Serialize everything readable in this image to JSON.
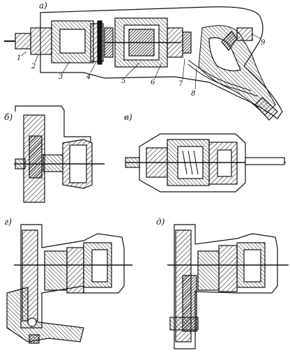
{
  "panel_labels": {
    "a": "а)",
    "b": "б)",
    "v": "в)",
    "g": "г)",
    "d": "д)"
  },
  "callouts": [
    "1",
    "2",
    "3",
    "4",
    "5",
    "6",
    "7",
    "8",
    "9"
  ],
  "colors": {
    "ink": "#111111",
    "hatch": "#222222",
    "paper": "#ffffff"
  }
}
